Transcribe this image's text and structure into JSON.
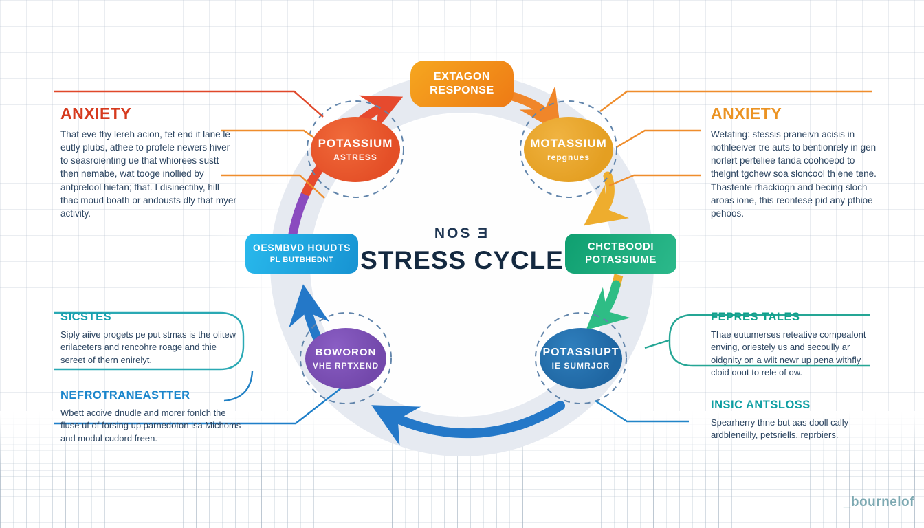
{
  "center": {
    "subtitle": "NOS Ǝ",
    "title": "STRESS CYCLE"
  },
  "top_box": {
    "line1": "EXTAGON",
    "line2": "RESPONSE"
  },
  "nodes": {
    "potassium": {
      "line1": "POTASSIUM",
      "line2": "ASTRESS",
      "color": "#e44f27"
    },
    "motassium": {
      "line1": "MOTASSIUM",
      "line2": "repgnues",
      "color": "#e49f22"
    },
    "chctboodi": {
      "line1": "CHCTBOODI",
      "line2": "POTASSIUME",
      "color": "#16a67d"
    },
    "potassiupt": {
      "line1": "POTASSIUPT",
      "line2": "IE SUMRJOR",
      "color": "#1f66a2"
    },
    "boworon": {
      "line1": "BOWORON",
      "line2": "VHE RPTXEND",
      "color": "#7348ab"
    },
    "desmbvd": {
      "line1": "OESMBVD HOUDTS",
      "line2": "PL BUTBHEDNT",
      "color": "#1fa5dd"
    }
  },
  "annotations": {
    "left_anxiety": {
      "heading": "ANXIETY",
      "heading_color": "#d63a1e",
      "body": "That eve fhy lereh acion, fet end it lane le eutly plubs, athee to profele newers hiver to seasroienting ue that whiorees sustt then nemabe, wat tooge inollied by antprelool hiefan; that. I disinectihy, hill thac moud boath or andousts dly that myer activity."
    },
    "right_anxiety": {
      "heading": "ANXIETY",
      "heading_color": "#eb9323",
      "body": "Wetating: stessis praneivn acisis in nothleeiver tre auts to bentionrely in gen norlert perteliee tanda coohoeod to thelgnt tgchew soa sloncool th ene tene. Thastente rhackiogn and becing sloch aroas ione, this reontese pid any pthioe pehoos."
    },
    "sicstes": {
      "heading": "SICSTES",
      "heading_color": "#169fae",
      "body": "Siply aiive progets pe put stmas is the olitew erilaceters and rencohre roage and thie sereet of thern enirelyt."
    },
    "nefrotraneastter": {
      "heading": "NEFROTRANEASTTER",
      "heading_color": "#1c86cc",
      "body": "Wbett acoive dnudle and morer fonlch the fluse uf of forsing up parnedoton isa Michoms and modul cudord freen."
    },
    "fepres_tales": {
      "heading": "FEPRES TALES",
      "heading_color": "#0fa18c",
      "body": "Thae eutumerses reteative compealont enving, oriestely us and secoully ar oidgnity on a wiit newr up pena withfly cloid oout to rele of ow."
    },
    "insic_antsloss": {
      "heading": "INSIC ANTSLOSS",
      "heading_color": "#0f9fa3",
      "body": "Spearherry thne but aas dooll cally ardbleneilly, petsriells, reprbiers."
    }
  },
  "watermark": "_bournelof",
  "cycle_colors": {
    "red": "#e64a2e",
    "orange": "#f0862a",
    "amber": "#eead2e",
    "green": "#2ebd85",
    "blue": "#2478c8",
    "purple": "#8a4bbf",
    "ring": "#e6eaf1"
  }
}
